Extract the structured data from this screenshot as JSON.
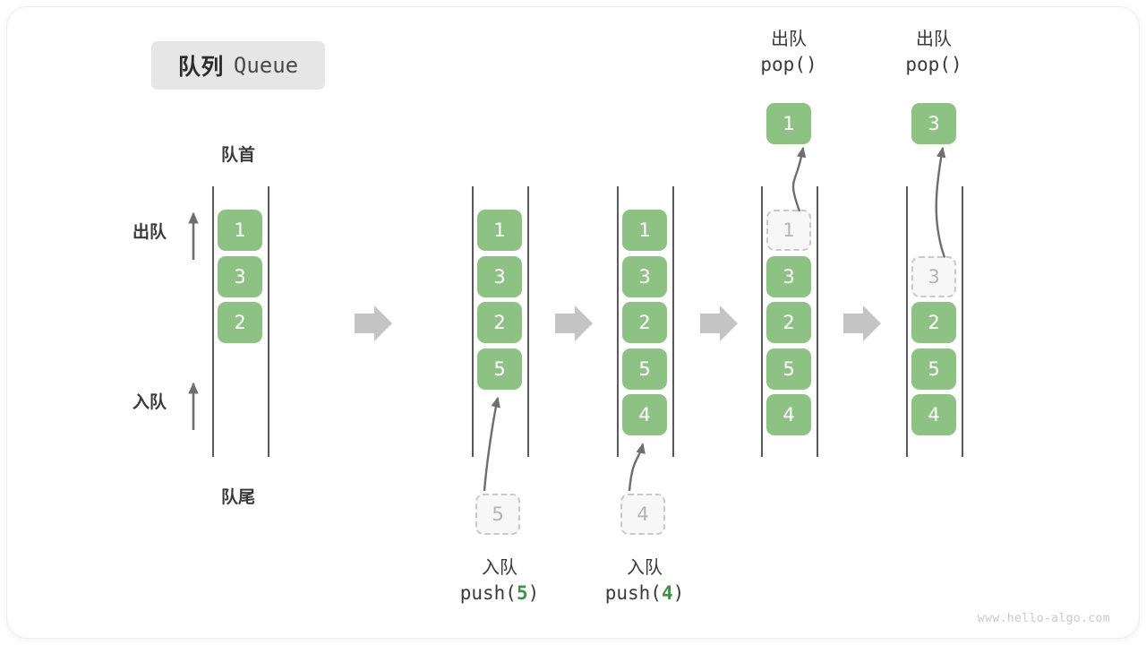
{
  "title": {
    "cn": "队列",
    "en": "Queue"
  },
  "labels": {
    "head": "队首",
    "tail": "队尾",
    "dequeue": "出队",
    "enqueue": "入队"
  },
  "watermark": "www.hello-algo.com",
  "colors": {
    "box_green": "#8ec284",
    "ghost_fill": "#f7f7f7",
    "ghost_border": "#c9c9c9",
    "ghost_text": "#b4b4b4",
    "rail": "#595959",
    "arrow_gray": "#c4c4c4",
    "curve_arrow": "#6e6e6e",
    "badge_bg": "#e6e6e6",
    "text_dark": "#3a3a3a",
    "code_green": "#42914a"
  },
  "stages": [
    {
      "id": "stage-1",
      "items": [
        "1",
        "3",
        "2"
      ],
      "ghost": null,
      "pop_value": null,
      "caption_cn": null,
      "caption_code": null
    },
    {
      "id": "stage-2",
      "items": [
        "1",
        "3",
        "2",
        "5"
      ],
      "ghost": "5",
      "pop_value": null,
      "caption_cn": "入队",
      "caption_code": "push(5)",
      "caption_arg": "5"
    },
    {
      "id": "stage-3",
      "items": [
        "1",
        "3",
        "2",
        "5",
        "4"
      ],
      "ghost": "4",
      "pop_value": null,
      "caption_cn": "入队",
      "caption_code": "push(4)",
      "caption_arg": "4"
    },
    {
      "id": "stage-4",
      "items": [
        "3",
        "2",
        "5",
        "4"
      ],
      "ghost": "1",
      "pop_value": "1",
      "caption_cn": "出队",
      "caption_code": "pop()",
      "caption_arg": ""
    },
    {
      "id": "stage-5",
      "items": [
        "2",
        "5",
        "4"
      ],
      "ghost": "3",
      "pop_value": "3",
      "caption_cn": "出队",
      "caption_code": "pop()",
      "caption_arg": ""
    }
  ],
  "separator_count": 4
}
